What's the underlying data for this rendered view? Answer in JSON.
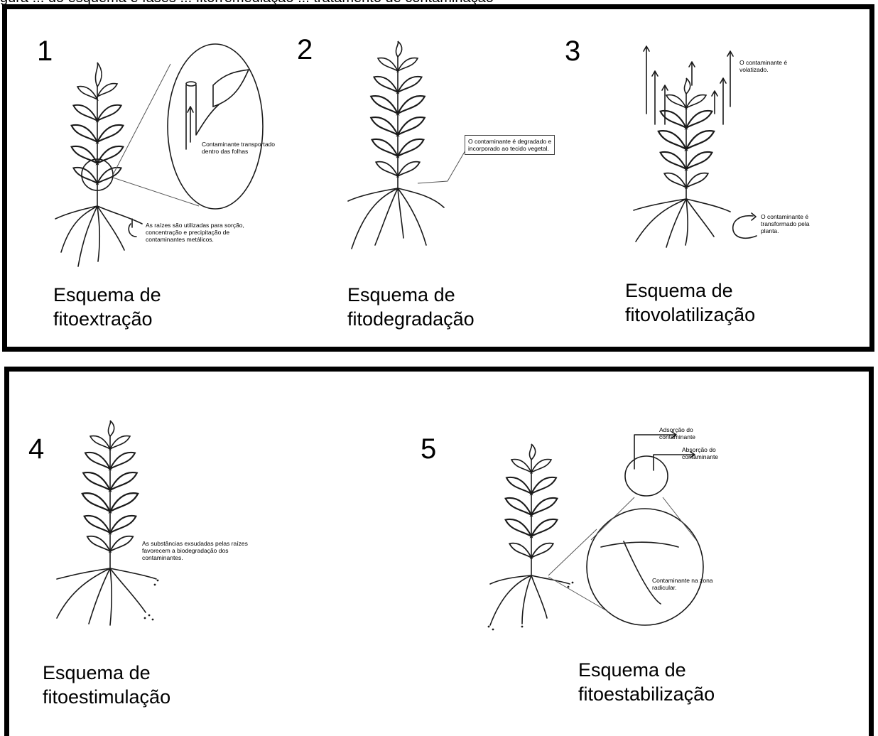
{
  "header": {
    "partial_text": "gura ... do esquema e fases ... fitorremediação ... tratamento de contaminação"
  },
  "panels": [
    {
      "items": [
        {
          "number": "1",
          "caption_line1": "Esquema de",
          "caption_line2": "fitoextração",
          "notes": {
            "leaf_line1": "Contaminante transportado",
            "leaf_line2": "dentro das folhas",
            "root_line1": "As raízes são utilizadas para sorção,",
            "root_line2": "concentração e precipitação de",
            "root_line3": "contaminantes metálicos."
          }
        },
        {
          "number": "2",
          "caption_line1": "Esquema de",
          "caption_line2": "fitodegradação",
          "notes": {
            "line1": "O contaminante é degradado e",
            "line2": "incorporado ao tecido vegetal."
          }
        },
        {
          "number": "3",
          "caption_line1": "Esquema de",
          "caption_line2": "fitovolatilização",
          "notes": {
            "top_line1": "O contaminante é",
            "top_line2": "volatizado.",
            "root_line1": "O contaminante é",
            "root_line2": "transformado pela",
            "root_line3": "planta."
          }
        }
      ]
    },
    {
      "items": [
        {
          "number": "4",
          "caption_line1": "Esquema de",
          "caption_line2": "fitoestimulação",
          "notes": {
            "line1": "As substâncias exsudadas pelas raízes",
            "line2": "favorecem a biodegradação dos",
            "line3": "contaminantes."
          }
        },
        {
          "number": "5",
          "caption_line1": "Esquema de",
          "caption_line2": "fitoestabilização",
          "notes": {
            "ads_line1": "Adsorção do",
            "ads_line2": "contaminante",
            "abs_line1": "Absorção do",
            "abs_line2": "contaminante",
            "root_line1": "Contaminante na zona",
            "root_line2": "radicular."
          }
        }
      ]
    }
  ]
}
